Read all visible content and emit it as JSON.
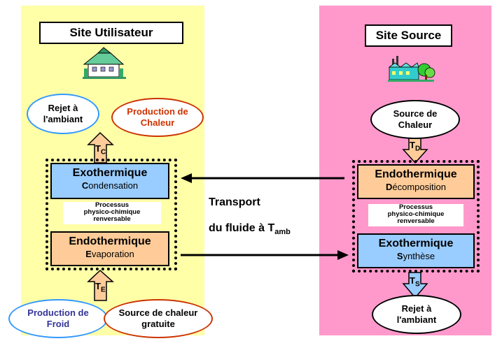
{
  "left": {
    "title": "Site Utilisateur",
    "reject": [
      "Rejet à",
      "l'ambiant"
    ],
    "production_chaleur": [
      "Production de",
      "Chaleur"
    ],
    "t_c": {
      "main": "T",
      "sub": "C"
    },
    "exo": {
      "title": "Exothermique",
      "sub_first": "C",
      "sub_rest": "ondensation"
    },
    "process": [
      "Processus",
      "physico-chimique",
      "renversable"
    ],
    "endo": {
      "title": "Endothermique",
      "sub_first": "E",
      "sub_rest": "vaporation"
    },
    "t_e": {
      "main": "T",
      "sub": "E"
    },
    "production_froid": [
      "Production de",
      "Froid"
    ],
    "source_gratuite": [
      "Source de chaleur",
      "gratuite"
    ]
  },
  "right": {
    "title": "Site Source",
    "source_chaleur": [
      "Source de",
      "Chaleur"
    ],
    "t_d": {
      "main": "T",
      "sub": "D"
    },
    "endo": {
      "title": "Endothermique",
      "sub_first": "D",
      "sub_rest": "écomposition"
    },
    "process": [
      "Processus",
      "physico-chimique",
      "renversable"
    ],
    "exo": {
      "title": "Exothermique",
      "sub_first": "S",
      "sub_rest": "ynthèse"
    },
    "t_s": {
      "main": "T",
      "sub": "S"
    },
    "reject": [
      "Rejet à",
      "l'ambiant"
    ]
  },
  "transport": {
    "line1": "Transport",
    "line2": "du fluide à T",
    "sub": "amb"
  },
  "colors": {
    "left_bg": "#ffffa8",
    "right_bg": "#ff99cc",
    "blue_box": "#99ccff",
    "orange_box": "#ffcc99",
    "production_chaleur_border": "#cc3300",
    "production_chaleur_text": "#cc3300",
    "production_froid_border": "#3399ff",
    "production_froid_text": "#333399",
    "source_gratuite_border": "#cc3300"
  },
  "icons": [
    "house-icon",
    "factory-icon"
  ]
}
